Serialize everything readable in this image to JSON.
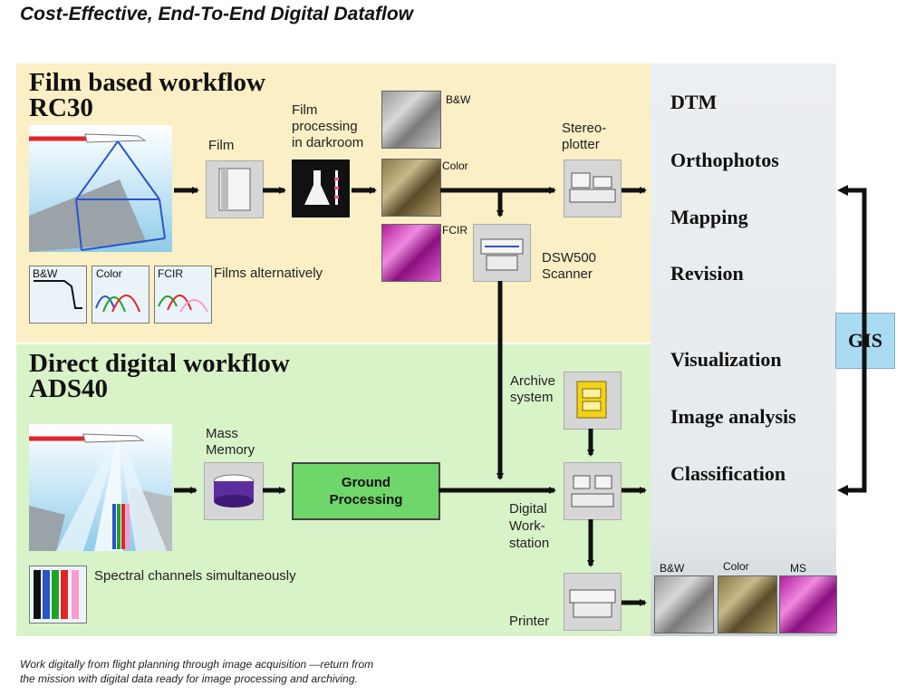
{
  "title": "Cost-Effective, End-To-End Digital Dataflow",
  "film": {
    "heading_line1": "Film based workflow",
    "heading_line2": "RC30",
    "film_label": "Film",
    "processing_label": [
      "Film",
      "processing",
      "in darkroom"
    ],
    "bw": "B&W",
    "color": "Color",
    "fcir": "FCIR",
    "stereo_label": [
      "Stereo-",
      "plotter"
    ],
    "scanner_label": [
      "DSW500",
      "Scanner"
    ],
    "films_alt": "Films alternatively"
  },
  "digital": {
    "heading_line1": "Direct digital workflow",
    "heading_line2": "ADS40",
    "mass_memory": [
      "Mass",
      "Memory"
    ],
    "ground_processing": [
      "Ground",
      "Processing"
    ],
    "archive_label": [
      "Archive",
      "system"
    ],
    "workstation_label": [
      "Digital",
      "Work-",
      "station"
    ],
    "printer_label": "Printer",
    "spectral": "Spectral channels simultaneously"
  },
  "products": [
    "DTM",
    "Orthophotos",
    "Mapping",
    "Revision",
    "Visualization",
    "Image analysis",
    "Classification"
  ],
  "gis": "GIS",
  "outputs": {
    "bw": "B&W",
    "color": "Color",
    "ms": "MS"
  },
  "caption": [
    "Work digitally from flight planning through image acquisition —return from",
    "the mission with digital data ready for image processing and archiving."
  ],
  "colors": {
    "film_panel": "#fbefc6",
    "digital_panel": "#d9f3c8",
    "ground_box": "#6fd66a",
    "gis_box": "#a9dcf2"
  }
}
